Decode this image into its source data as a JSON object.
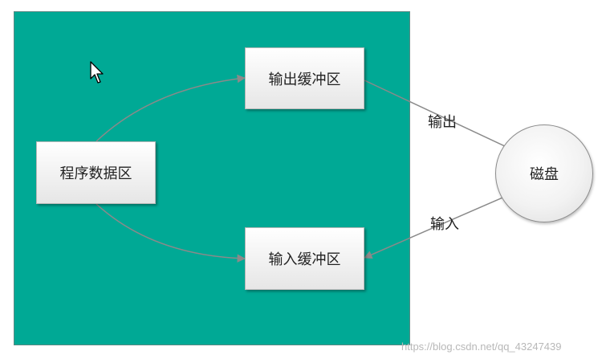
{
  "nodes": {
    "program_data": "程序数据区",
    "output_buffer": "输出缓冲区",
    "input_buffer": "输入缓冲区",
    "disk": "磁盘"
  },
  "edge_labels": {
    "output": "输出",
    "input": "输入"
  },
  "watermark": "https://blog.csdn.net/qq_43247439",
  "colors": {
    "panel": "#00a995",
    "box": "#f2f2f2",
    "edge": "#8a8a8a"
  },
  "icons": {
    "cursor": "mouse-pointer-icon"
  }
}
